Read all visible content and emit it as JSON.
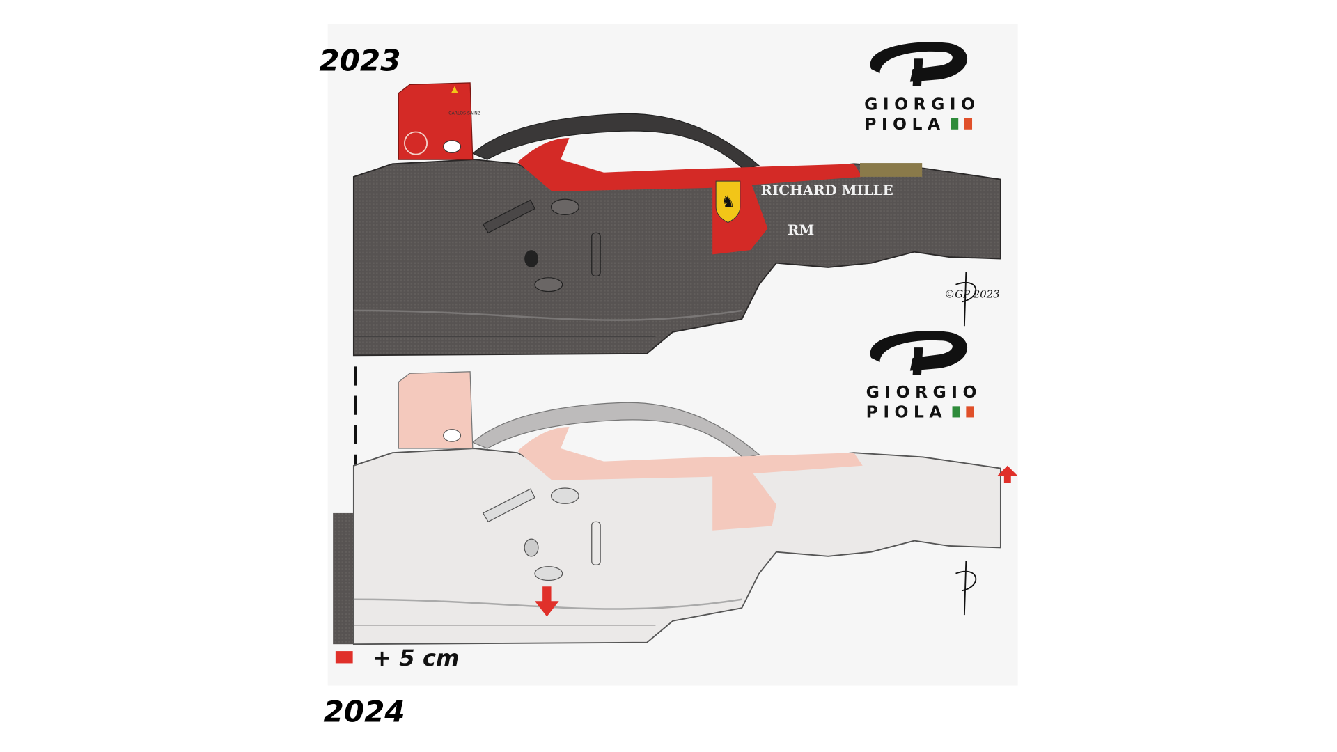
{
  "labels": {
    "year_top": "2023",
    "year_bottom": "2024",
    "legend_text": "+ 5 cm"
  },
  "watermark": {
    "top": {
      "line1": "GIORGIO",
      "line2": "PIOLA"
    },
    "bottom": {
      "line1": "GIORGIO",
      "line2": "PIOLA"
    },
    "signature": "©GP 2023"
  },
  "car_2023": {
    "sponsor": "RICHARD MILLE",
    "driver_name": "CARLOS SAINZ",
    "sponsor_logo": "RM"
  },
  "colors": {
    "ferrari_red": "#d42a26",
    "carbon": "#5a5655",
    "chassis_light": "#ebe9e8",
    "change_highlight": "#f4c9bd",
    "arrow_red": "#e0302a"
  }
}
